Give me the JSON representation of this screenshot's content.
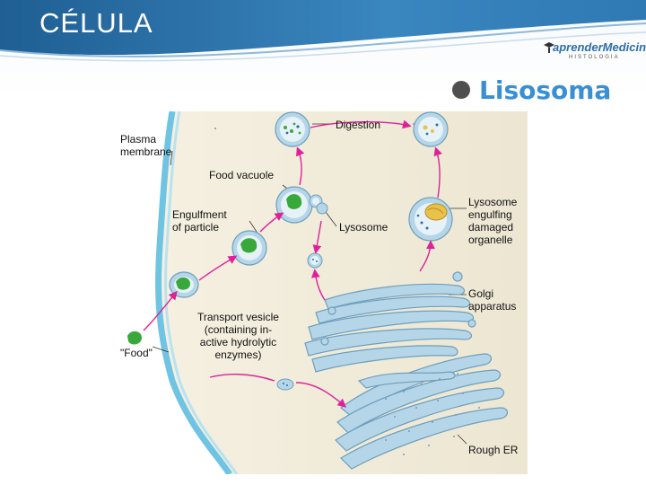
{
  "slide": {
    "title": "CÉLULA",
    "logo_text": "aprenderMedicina",
    "logo_subtext": "HISTOLOGIA",
    "section_title": "Lisosoma"
  },
  "labels": {
    "digestion": "Digestion",
    "plasma_membrane": "Plasma\nmembrane",
    "food_vacuole": "Food vacuole",
    "engulfment": "Engulfment\nof particle",
    "lysosome": "Lysosome",
    "lysosome_engulfing": "Lysosome\nengulfing\ndamaged\norganelle",
    "golgi": "Golgi\napparatus",
    "transport_vesicle": "Transport vesicle\n(containing in-\nactive hydrolytic\nenzymes)",
    "food": "\"Food\"",
    "rough_er": "Rough ER"
  },
  "colors": {
    "header_blue": "#2c6fa3",
    "accent": "#3a8fd4",
    "arrow": "#e0209a",
    "membrane": "#6fc4e3",
    "organelle": "#a9cfe3",
    "food": "#38a83a"
  }
}
